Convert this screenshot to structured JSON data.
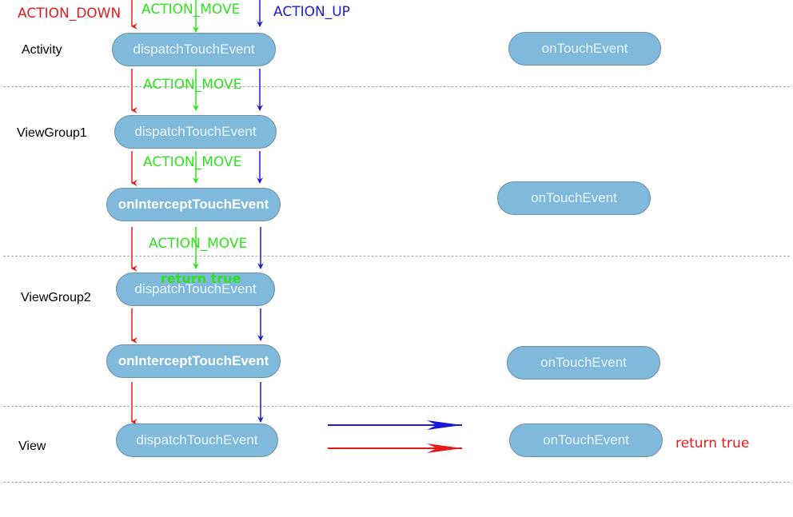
{
  "layers": {
    "activity": "Activity",
    "viewgroup1": "ViewGroup1",
    "viewgroup2": "ViewGroup2",
    "view": "View"
  },
  "events": {
    "down": "ACTION_DOWN",
    "move": "ACTION_MOVE",
    "up": "ACTION_UP",
    "return_true": "return true"
  },
  "methods": {
    "dispatch": "dispatchTouchEvent",
    "intercept": "onInterceptTouchEvent",
    "touch": "onTouchEvent"
  },
  "colors": {
    "down": "#e41b1b",
    "move": "#2ee21c",
    "up": "#1a1ad6",
    "pill_fill": "#7fb9db"
  }
}
